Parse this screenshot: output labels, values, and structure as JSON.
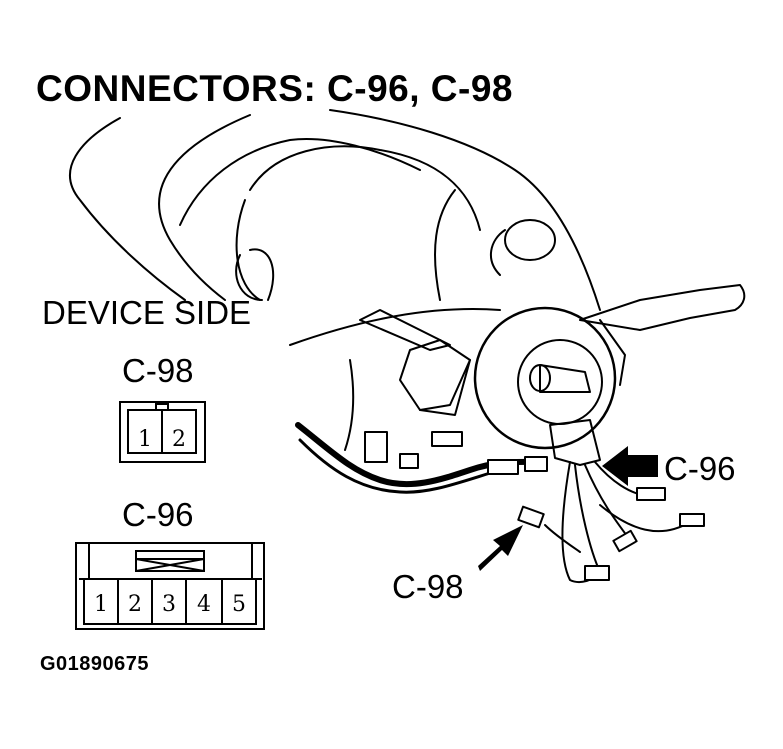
{
  "title": "CONNECTORS: C-96, C-98",
  "device_side_label": "DEVICE SIDE",
  "connector_c98": {
    "label": "C-98",
    "pins": [
      "1",
      "2"
    ]
  },
  "connector_c96": {
    "label": "C-96",
    "pins": [
      "1",
      "2",
      "3",
      "4",
      "5"
    ]
  },
  "callouts": {
    "c96": "C-96",
    "c98": "C-98"
  },
  "figure_code": "G01890675"
}
